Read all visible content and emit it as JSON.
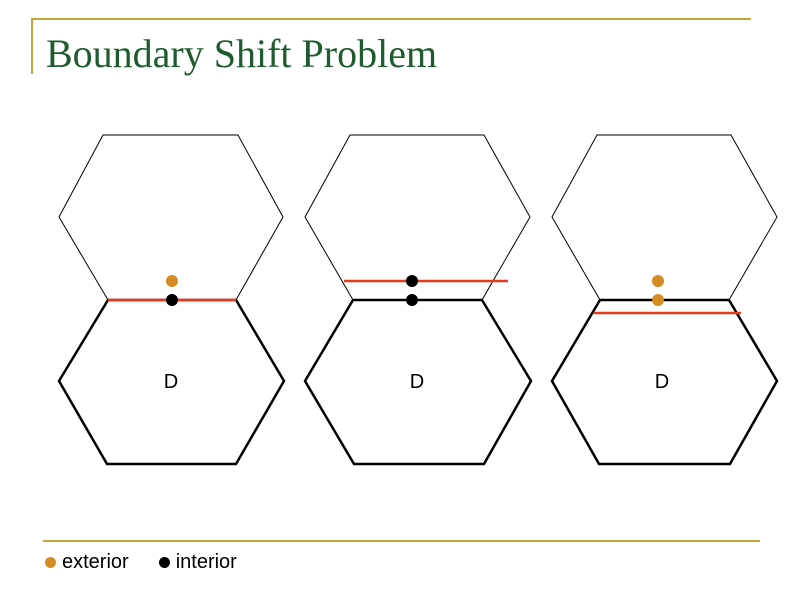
{
  "title": "Boundary Shift Problem",
  "colors": {
    "accent_rule": "#c8a23c",
    "title": "#1e5b2f",
    "boundary": "#e5391b",
    "exterior": "#d38b22",
    "interior": "#000000"
  },
  "panels": [
    {
      "region_label": "D",
      "boundary_position": "at region edge",
      "points": [
        "exterior",
        "interior"
      ]
    },
    {
      "region_label": "D",
      "boundary_position": "shifted outward",
      "points": [
        "interior",
        "interior"
      ]
    },
    {
      "region_label": "D",
      "boundary_position": "shifted inward",
      "points": [
        "exterior",
        "exterior"
      ]
    }
  ],
  "legend": [
    {
      "key": "exterior",
      "label": "exterior",
      "color": "#d38b22"
    },
    {
      "key": "interior",
      "label": "interior",
      "color": "#000000"
    }
  ]
}
